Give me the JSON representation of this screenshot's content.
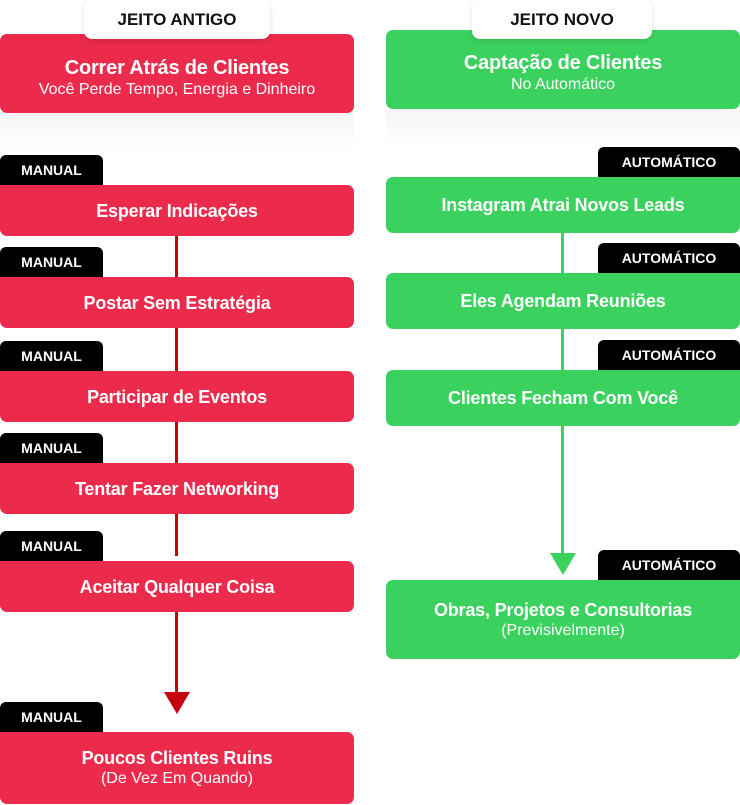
{
  "colors": {
    "red_box": "#eb2a4c",
    "red_line": "#c8000e",
    "green_box": "#3bd15e",
    "tag_bg": "#000000",
    "text_light": "#ffffff"
  },
  "left": {
    "header": "JEITO ANTIGO",
    "top_box": {
      "title": "Correr Atrás de Clientes",
      "subtitle": "Você Perde Tempo, Energia e Dinheiro"
    },
    "steps": [
      {
        "tag": "MANUAL",
        "title": "Esperar Indicações"
      },
      {
        "tag": "MANUAL",
        "title": "Postar Sem Estratégia"
      },
      {
        "tag": "MANUAL",
        "title": "Participar de Eventos"
      },
      {
        "tag": "MANUAL",
        "title": "Tentar Fazer Networking"
      },
      {
        "tag": "MANUAL",
        "title": "Aceitar Qualquer Coisa"
      }
    ],
    "result": {
      "tag": "MANUAL",
      "title": "Poucos Clientes Ruins",
      "subtitle": "(De Vez Em Quando)"
    }
  },
  "right": {
    "header": "JEITO NOVO",
    "top_box": {
      "title": "Captação de Clientes",
      "subtitle": "No Automático"
    },
    "steps": [
      {
        "tag": "AUTOMÁTICO",
        "title": "Instagram Atrai Novos Leads"
      },
      {
        "tag": "AUTOMÁTICO",
        "title": "Eles Agendam Reuniões"
      },
      {
        "tag": "AUTOMÁTICO",
        "title": "Clientes Fecham Com Você"
      }
    ],
    "result": {
      "tag": "AUTOMÁTICO",
      "title": "Obras, Projetos e Consultorias",
      "subtitle": "(Previsivelmente)"
    }
  }
}
